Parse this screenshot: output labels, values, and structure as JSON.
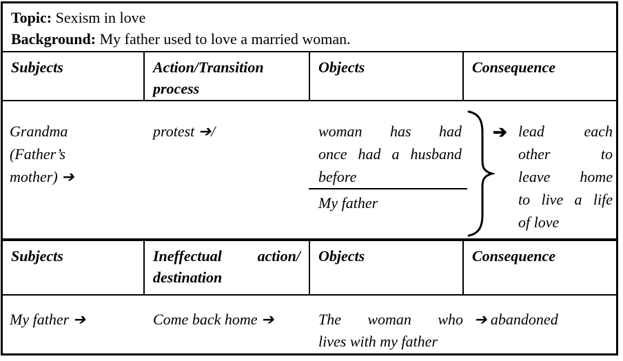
{
  "intro": {
    "topic_label": "Topic:",
    "topic_text": " Sexism in love",
    "background_label": "Background:",
    "background_text": " My father used to love a married woman."
  },
  "header1": {
    "subjects": "Subjects",
    "action_line1": "Action/Transition",
    "action_line2": "process",
    "objects": "Objects",
    "consequence": "Consequence"
  },
  "row1": {
    "subject_line1": "Grandma",
    "subject_line2": "(Father’s",
    "subject_line3": "mother) ➔",
    "action": "protest ➔/",
    "objects_jline1": [
      "woman",
      "has",
      "had"
    ],
    "objects_jline2": [
      "once",
      "had",
      "a",
      "husband"
    ],
    "objects_line3": "before",
    "objects_below_rule": "My father",
    "consequence_arrow": "➔",
    "consequence_jline1": [
      "lead",
      "each"
    ],
    "consequence_jline2": [
      "other",
      "to"
    ],
    "consequence_jline3": [
      "leave",
      "home"
    ],
    "consequence_jline4": [
      "to",
      "live",
      "a",
      "life"
    ],
    "consequence_line5": "of love"
  },
  "header2": {
    "subjects": "Subjects",
    "action_jline1": [
      "Ineffectual",
      "action/"
    ],
    "action_line2": "destination",
    "objects": "Objects",
    "consequence": "Consequence"
  },
  "row2": {
    "subject": "My father ➔",
    "action": "Come back home ➔",
    "objects_jline1": [
      "The",
      "woman",
      "who"
    ],
    "objects_line2": "lives with my father",
    "consequence": "➔ abandoned"
  }
}
